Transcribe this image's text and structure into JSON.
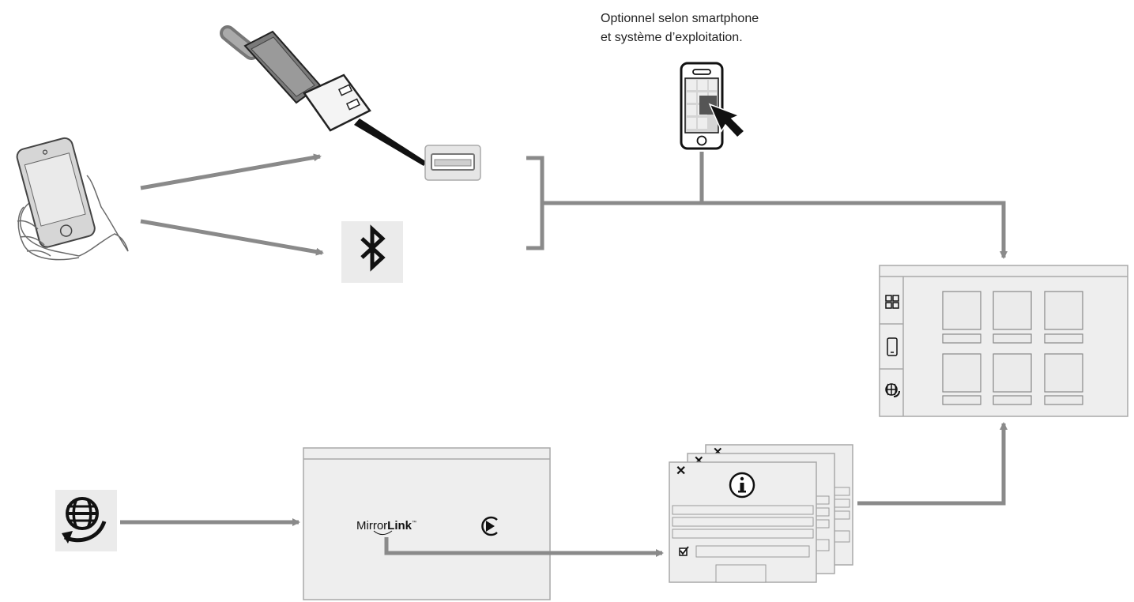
{
  "note": {
    "line1": "Optionnel selon smartphone",
    "line2": "et système d’exploitation."
  },
  "mirrorlink": {
    "logo_part1": "Mirror",
    "logo_part2": "Link",
    "logo_tm": "™"
  },
  "icons": {
    "hand-phone": "smartphone-in-hand-icon",
    "usb-plug": "usb-plug-icon",
    "usb-port": "usb-port-icon",
    "bluetooth": "bluetooth-icon",
    "phone-touch": "smartphone-touch-icon",
    "connect-apps": "connect-apps-icon",
    "play": "play-icon",
    "info": "info-icon",
    "close": "close-icon",
    "grid": "grid-icon",
    "phone": "phone-icon"
  },
  "colors": {
    "arrow": "#8a8a8a",
    "panel": "#eeeeee",
    "panel-border": "#a8a8a8",
    "ink": "#111111"
  }
}
